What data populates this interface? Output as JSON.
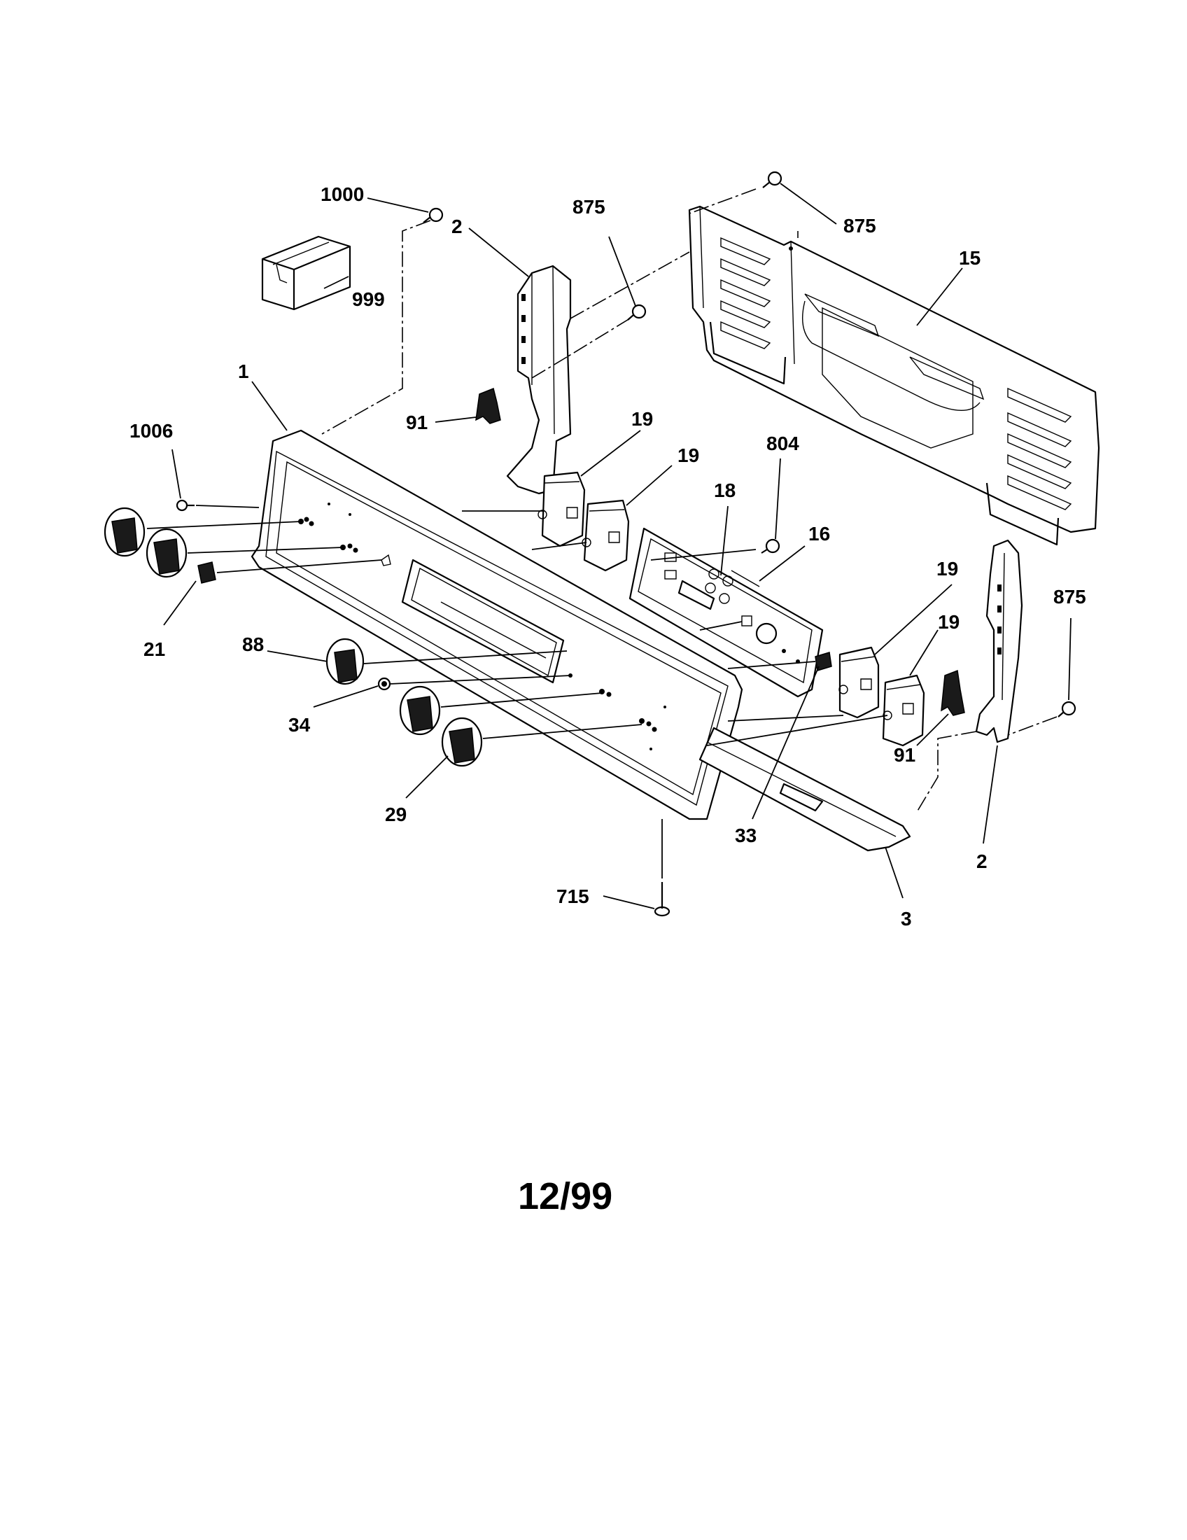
{
  "callouts": {
    "c1000": "1000",
    "c875a": "875",
    "c875b": "875",
    "c875c": "875",
    "c2a": "2",
    "c2b": "2",
    "c15": "15",
    "c999": "999",
    "c1": "1",
    "c1006": "1006",
    "c91a": "91",
    "c91b": "91",
    "c19a": "19",
    "c19b": "19",
    "c19c": "19",
    "c19d": "19",
    "c804": "804",
    "c18": "18",
    "c16": "16",
    "c21": "21",
    "c88": "88",
    "c34": "34",
    "c29": "29",
    "c33": "33",
    "c715": "715",
    "c3": "3"
  },
  "date_code": "12/99"
}
